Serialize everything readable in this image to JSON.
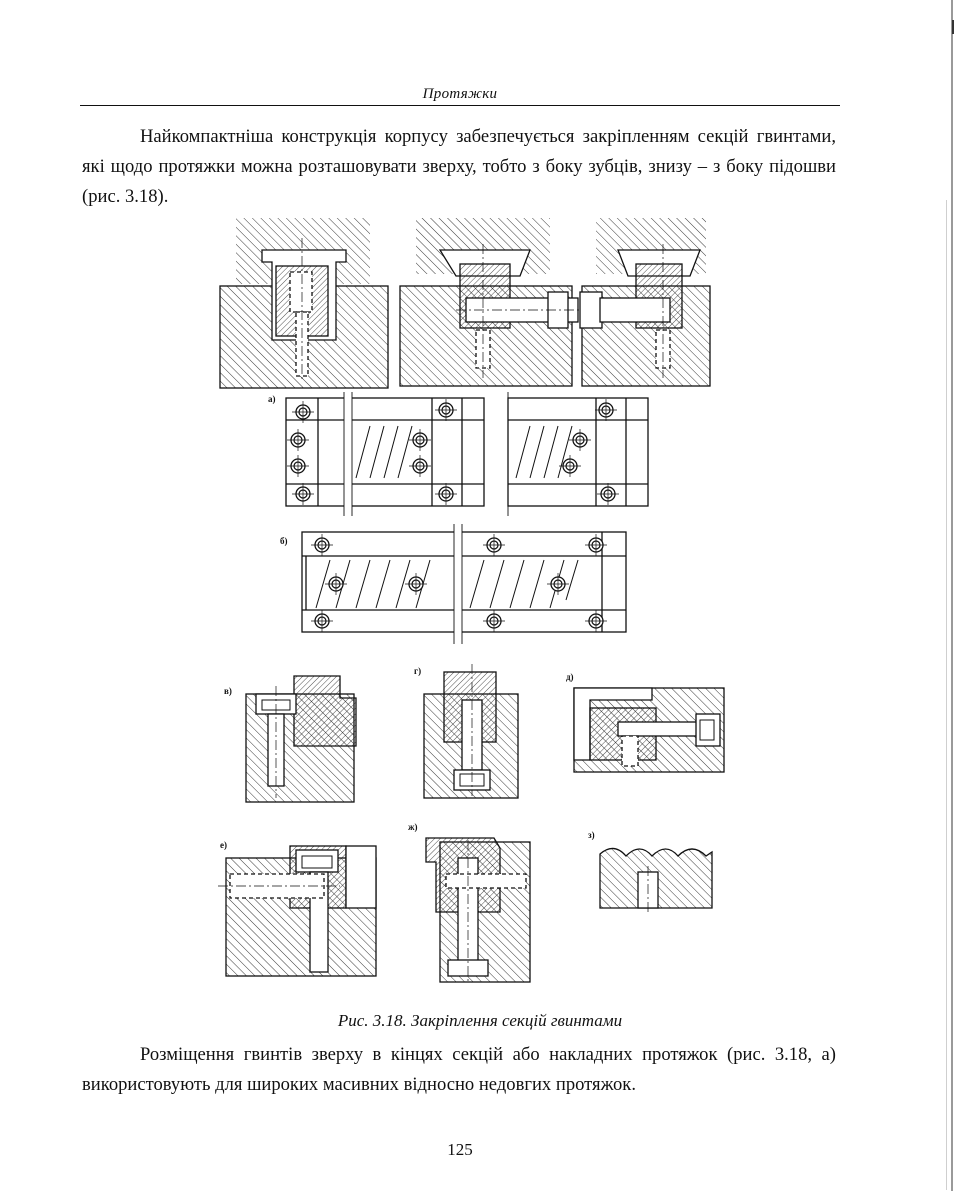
{
  "header": {
    "running_title": "Протяжки"
  },
  "paragraphs": [
    "Найкомпактніша конструкція корпусу забезпечується закріпленням секцій гвинтами, які щодо протяжки можна розташовувати зверху, тобто з боку зубців, знизу – з боку підошви (рис. 3.18).",
    "Розміщення гвинтів зверху в кінцях секцій або накладних протяжок (рис. 3.18, а) використовують для широких масивних відносно недовгих протяжок."
  ],
  "figure": {
    "caption": "Рис. 3.18. Закріплення секцій гвинтами",
    "labels": {
      "a": "а)",
      "b": "б)",
      "v": "в)",
      "g": "г)",
      "d": "д)",
      "e": "е)",
      "zh": "ж)",
      "z": "з)"
    }
  },
  "footer": {
    "page_number": "125"
  }
}
